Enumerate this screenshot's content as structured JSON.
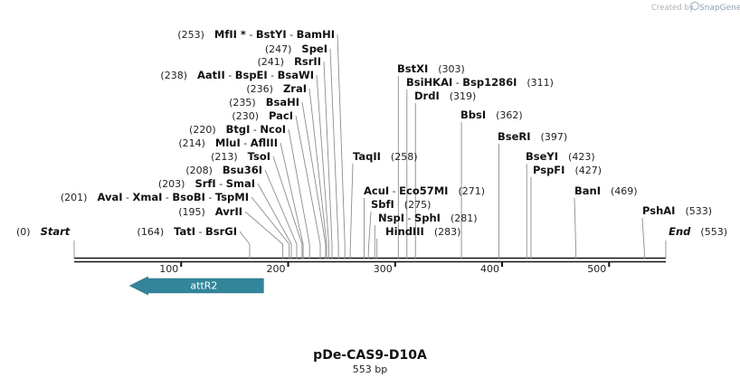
{
  "credit": {
    "prefix": "Created by",
    "brand": "SnapGene"
  },
  "plasmid": {
    "name": "pDe-CAS9-D10A",
    "length_label": "553 bp",
    "length": 553
  },
  "ticks": [
    "100",
    "200",
    "300",
    "400",
    "500"
  ],
  "feature": {
    "name": "attR2",
    "start": 52,
    "end": 177,
    "direction": "reverse",
    "color": "#32859a"
  },
  "ends": [
    {
      "pos": "(0)",
      "name": "Start",
      "site": 0,
      "side": "left"
    },
    {
      "pos": "(553)",
      "name": "End",
      "site": 553,
      "side": "right"
    }
  ],
  "left_labels": [
    {
      "pos": "(253)",
      "names": [
        "MfII *",
        "BstYI",
        "BamHI"
      ],
      "site": 253
    },
    {
      "pos": "(247)",
      "names": [
        "SpeI"
      ],
      "site": 247
    },
    {
      "pos": "(241)",
      "names": [
        "RsrII"
      ],
      "site": 241
    },
    {
      "pos": "(238)",
      "names": [
        "AatII",
        "BspEI",
        "BsaWI"
      ],
      "site": 238
    },
    {
      "pos": "(236)",
      "names": [
        "ZraI"
      ],
      "site": 236
    },
    {
      "pos": "(235)",
      "names": [
        "BsaHI"
      ],
      "site": 235
    },
    {
      "pos": "(230)",
      "names": [
        "PacI"
      ],
      "site": 230
    },
    {
      "pos": "(220)",
      "names": [
        "BtgI",
        "NcoI"
      ],
      "site": 220
    },
    {
      "pos": "(214)",
      "names": [
        "MluI",
        "AflIII"
      ],
      "site": 214
    },
    {
      "pos": "(213)",
      "names": [
        "TsoI"
      ],
      "site": 213
    },
    {
      "pos": "(208)",
      "names": [
        "Bsu36I"
      ],
      "site": 208
    },
    {
      "pos": "(203)",
      "names": [
        "SrfI",
        "SmaI"
      ],
      "site": 203
    },
    {
      "pos": "(201)",
      "names": [
        "AvaI",
        "XmaI",
        "BsoBI",
        "TspMI"
      ],
      "site": 201
    },
    {
      "pos": "(195)",
      "names": [
        "AvrII"
      ],
      "site": 195
    },
    {
      "pos": "(164)",
      "names": [
        "TatI",
        "BsrGI"
      ],
      "site": 164
    }
  ],
  "right_labels": [
    {
      "pos": "(303)",
      "names": [
        "BstXI"
      ],
      "site": 303
    },
    {
      "pos": "(311)",
      "names": [
        "BsiHKAI",
        "Bsp1286I"
      ],
      "site": 311
    },
    {
      "pos": "(319)",
      "names": [
        "DrdI"
      ],
      "site": 319
    },
    {
      "pos": "(362)",
      "names": [
        "BbsI"
      ],
      "site": 362
    },
    {
      "pos": "(397)",
      "names": [
        "BseRI"
      ],
      "site": 397
    },
    {
      "pos": "(258)",
      "names": [
        "TaqII"
      ],
      "site": 258
    },
    {
      "pos": "(423)",
      "names": [
        "BseYI"
      ],
      "site": 423
    },
    {
      "pos": "(427)",
      "names": [
        "PspFI"
      ],
      "site": 427
    },
    {
      "pos": "(271)",
      "names": [
        "AcuI",
        "Eco57MI"
      ],
      "site": 271
    },
    {
      "pos": "(469)",
      "names": [
        "BanI"
      ],
      "site": 469
    },
    {
      "pos": "(275)",
      "names": [
        "SbfI"
      ],
      "site": 275
    },
    {
      "pos": "(281)",
      "names": [
        "NspI",
        "SphI"
      ],
      "site": 281
    },
    {
      "pos": "(533)",
      "names": [
        "PshAI"
      ],
      "site": 533
    },
    {
      "pos": "(283)",
      "names": [
        "HindIII"
      ],
      "site": 283
    }
  ]
}
